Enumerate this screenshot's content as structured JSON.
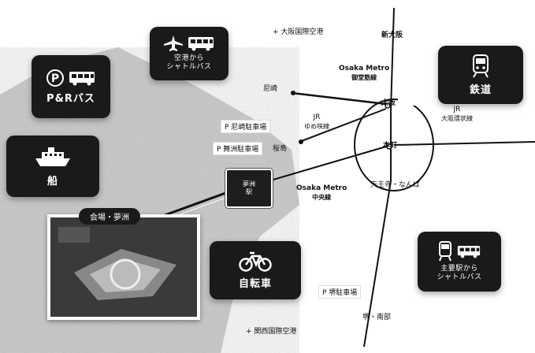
{
  "cards": {
    "airport_shuttle": {
      "label": "空港から\nシャトルバス"
    },
    "park_ride": {
      "label": "P&Rバス"
    },
    "ship": {
      "label": "船"
    },
    "railway": {
      "label": "鉄道"
    },
    "bicycle": {
      "label": "自転車"
    },
    "station_shuttle": {
      "label": "主要駅から\nシャトルバス"
    }
  },
  "stations": {
    "shin_osaka": "新大阪",
    "osaka": "大阪",
    "honmachi": "本町",
    "tennoji_namba": "天王寺・なんば",
    "amagasaki": "尼崎",
    "sakurajima": "桜島",
    "sakai_hojoba": "堺・南部"
  },
  "airports": {
    "itami": "大阪国際空港",
    "kansai": "関西国際空港"
  },
  "lines": {
    "osaka_metro_top": "Osaka Metro",
    "osaka_metro_top_sub": "御堂筋線",
    "jr_loop": "JR",
    "jr_loop_sub": "大阪環状線",
    "jr_yumesaki": "JR",
    "jr_yumesaki_sub": "ゆめ咲線",
    "osaka_metro_mid": "Osaka Metro",
    "osaka_metro_mid_sub": "中央線"
  },
  "parking": {
    "amagasaki": "P 尼崎駐車場",
    "maishima": "P 舞洲駐車場",
    "sakai": "P 堺駐車場"
  },
  "venue": {
    "tag": "会場・夢洲",
    "yumeshima": "夢洲\n駅"
  },
  "plus_glyph": "+",
  "colors": {
    "card_bg": "#1a1a1a",
    "line": "#111111",
    "venue_photo": "#3a3a3a"
  }
}
